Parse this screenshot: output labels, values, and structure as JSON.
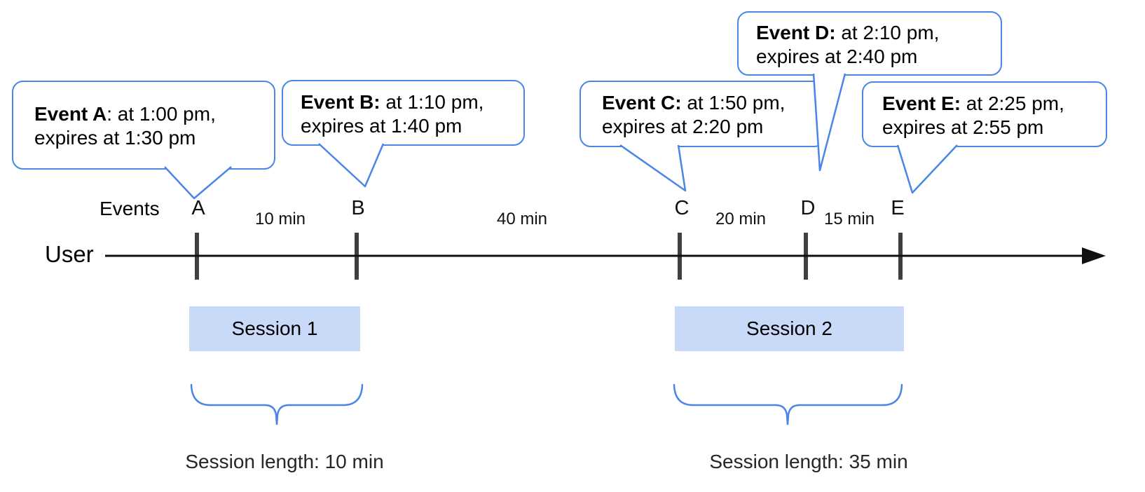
{
  "colors": {
    "accent_blue": "#4a85e8",
    "session_fill": "#c9daf8",
    "tick_color": "#3f3f3f",
    "axis_color": "#111111",
    "text_color": "#000000"
  },
  "axis": {
    "events_label": "Events",
    "user_label": "User"
  },
  "events": [
    {
      "tick_label": "A",
      "title_bold": "Event A",
      "title_rest": ": at 1:00 pm,",
      "expiry_line": "expires at 1:30 pm"
    },
    {
      "tick_label": "B",
      "title_bold": "Event B:",
      "title_rest": " at 1:10 pm,",
      "expiry_line": "expires at 1:40 pm"
    },
    {
      "tick_label": "C",
      "title_bold": "Event C:",
      "title_rest": " at 1:50 pm,",
      "expiry_line": "expires at 2:20 pm"
    },
    {
      "tick_label": "D",
      "title_bold": "Event D:",
      "title_rest": " at 2:10 pm,",
      "expiry_line": "expires at 2:40 pm"
    },
    {
      "tick_label": "E",
      "title_bold": "Event E:",
      "title_rest": " at 2:25 pm,",
      "expiry_line": "expires at 2:55 pm"
    }
  ],
  "intervals": [
    {
      "label": "10 min"
    },
    {
      "label": "40 min"
    },
    {
      "label": "20 min"
    },
    {
      "label": "15 min"
    }
  ],
  "sessions": [
    {
      "name": "Session 1",
      "length_label": "Session length: 10 min"
    },
    {
      "name": "Session 2",
      "length_label": "Session length: 35 min"
    }
  ]
}
